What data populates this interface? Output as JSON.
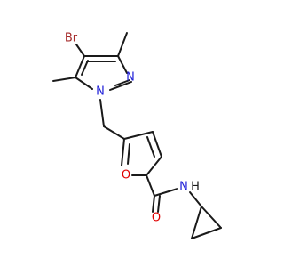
{
  "colors": {
    "bond": "#1a1a1a",
    "bromine": "#a52a2a",
    "nitrogen": "#2020d8",
    "oxygen": "#e00000",
    "background": "#ffffff"
  },
  "atom_labels": {
    "br": "Br",
    "n1": "N",
    "n2": "N",
    "o_furan": "O",
    "o_carbonyl": "O",
    "nh": "N",
    "h": "H"
  }
}
